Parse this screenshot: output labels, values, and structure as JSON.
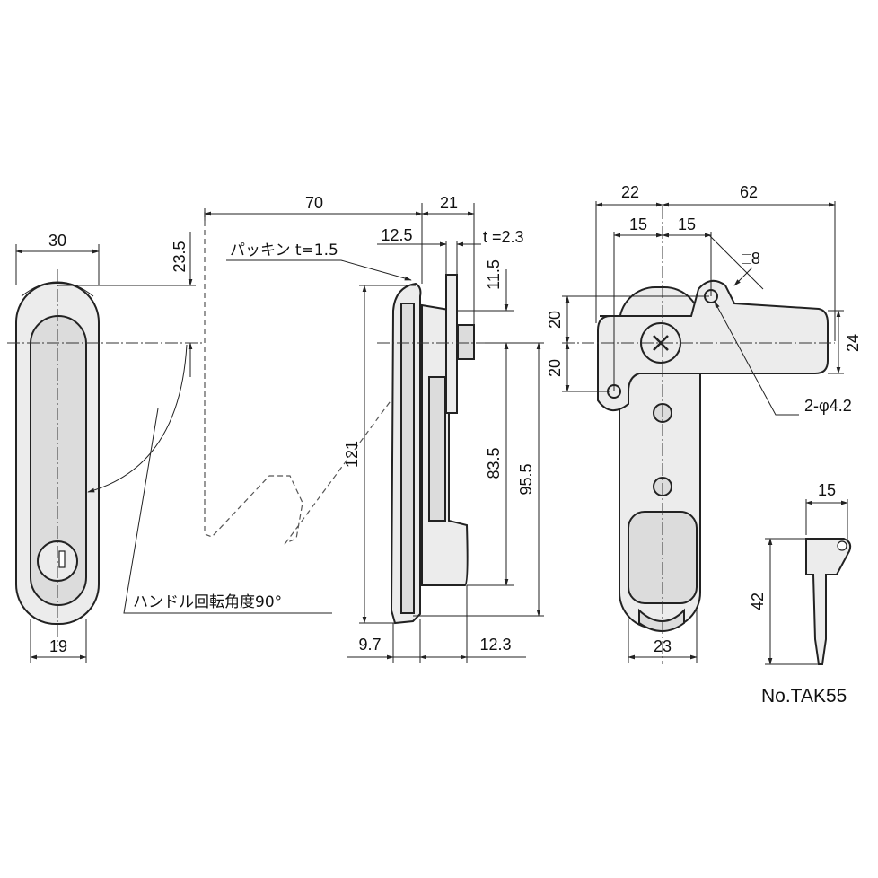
{
  "front_view": {
    "width_30": "30",
    "width_19": "19",
    "offset_23_5": "23.5",
    "rotation_note": "ハンドル回転角度90°"
  },
  "side_view": {
    "len_70": "70",
    "len_21": "21",
    "len_12_5": "12.5",
    "thickness": "t =2.3",
    "gasket": "パッキン t=1.5",
    "h_11_5": "11.5",
    "h_121": "121",
    "h_83_5": "83.5",
    "h_95_5": "95.5",
    "w_9_7": "9.7",
    "w_12_3": "12.3"
  },
  "rear_view": {
    "w_22": "22",
    "w_62": "62",
    "w_15a": "15",
    "w_15b": "15",
    "square_8": "□8",
    "h_20a": "20",
    "h_20b": "20",
    "h_24": "24",
    "holes": "2-φ4.2",
    "w_23": "23"
  },
  "key": {
    "w_15": "15",
    "h_42": "42",
    "model_no": "No.TAK55"
  }
}
